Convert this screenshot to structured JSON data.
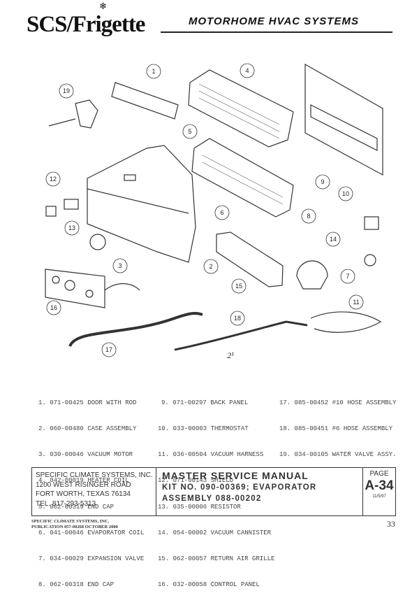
{
  "header": {
    "brand": "SCS/Frigette",
    "subtitle": "MOTORHOME HVAC SYSTEMS"
  },
  "diagram": {
    "callouts": [
      "1",
      "2",
      "3",
      "4",
      "5",
      "6",
      "7",
      "8",
      "9",
      "10",
      "11",
      "12",
      "13",
      "14",
      "15",
      "16",
      "17",
      "18",
      "19"
    ],
    "handwritten_note": "2¹"
  },
  "parts_list": {
    "col1": [
      "1. 071-00425 DOOR WITH ROD",
      "2. 060-00480 CASE ASSEMBLY",
      "3. 030-00046 VACUUM MOTOR",
      "4. 042-00019 HEATER COIL",
      "5. 062-00319 END CAP",
      "6. 041-00046 EVAPORATOR COIL",
      "7. 034-00029 EXPANSION VALVE",
      "8. 062-00318 END CAP"
    ],
    "col2": [
      "9. 071-00297 BACK PANEL",
      "10. 033-00003 THERMOSTAT",
      "11. 036-00504 VACUUM HARNESS",
      "12. 071-00143 SHIELD",
      "13. 035-00006 RESISTOR",
      "14. 054-00002 VACUUM CANNISTER",
      "15. 062-00057 RETURN AIR GRILLE",
      "16. 032-00058 CONTROL PANEL"
    ],
    "col3": [
      "17. 085-00452 #10 HOSE ASSEMBLY",
      "18. 085-00451 #6 HOSE ASSEMBLY",
      "19. 034-00105 WATER VALVE ASSY."
    ]
  },
  "footer": {
    "company": [
      "SPECIFIC CLIMATE SYSTEMS, INC.",
      "1200 WEST RISINGER ROAD",
      "FORT WORTH, TEXAS 76134",
      "TEL. 817-293-5313"
    ],
    "manual_title": "MASTER SERVICE MANUAL",
    "kit_line1": "KIT NO. 090-00369; EVAPORATOR",
    "kit_line2": "ASSEMBLY  088-00202",
    "page_label": "PAGE",
    "page_code": "A-34",
    "page_date": "11/5/97",
    "publisher": "SPECIFIC CLIMATE SYSTEMS, INC.",
    "publication": "PUBLICATION 057-00268  OCTOBER 2000",
    "page_number": "33"
  }
}
